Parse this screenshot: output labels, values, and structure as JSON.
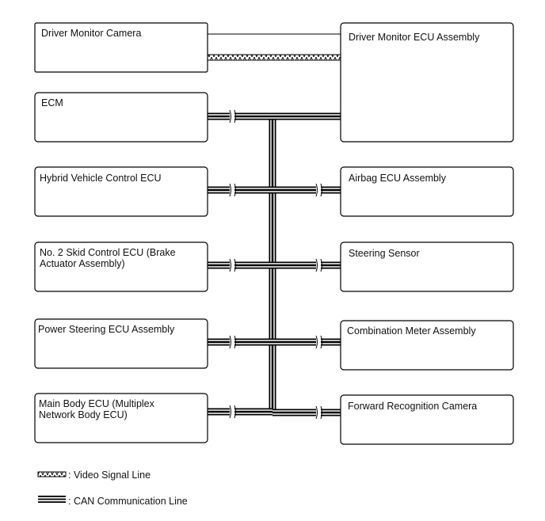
{
  "nodes": {
    "driver_monitor_camera": [
      "Driver Monitor Camera"
    ],
    "driver_monitor_ecu": [
      "Driver Monitor ECU Assembly"
    ],
    "ecm": [
      "ECM"
    ],
    "hybrid_vehicle_control_ecu": [
      "Hybrid Vehicle Control ECU"
    ],
    "airbag_ecu": [
      "Airbag ECU Assembly"
    ],
    "skid_control_ecu": [
      "No. 2 Skid Control ECU (Brake",
      "Actuator Assembly)"
    ],
    "steering_sensor": [
      "Steering Sensor"
    ],
    "power_steering_ecu": [
      "Power Steering ECU Assembly"
    ],
    "combination_meter": [
      "Combination Meter Assembly"
    ],
    "main_body_ecu": [
      "Main Body ECU (Multiplex",
      "Network Body ECU)"
    ],
    "forward_recognition_camera": [
      "Forward Recognition Camera"
    ]
  },
  "legend": {
    "video_signal_line": ": Video Signal Line",
    "can_line": ": CAN Communication Line"
  },
  "colors": {
    "stroke": "#000000",
    "background": "#ffffff"
  }
}
